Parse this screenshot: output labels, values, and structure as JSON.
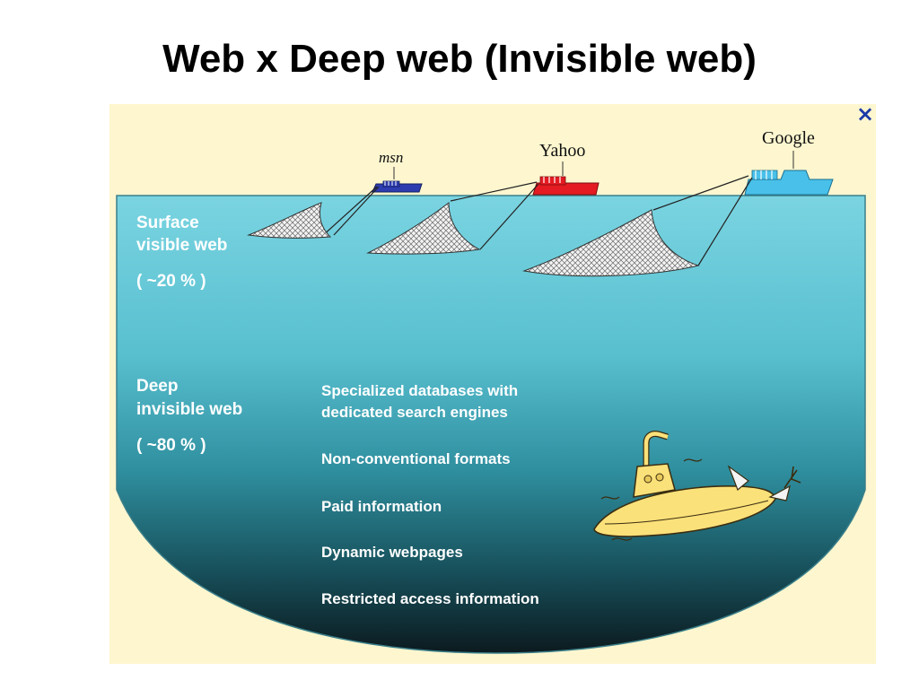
{
  "title": "Web x Deep web (Invisible web)",
  "close_symbol": "×",
  "engines": [
    {
      "name": "msn​​​​",
      "color": "#2d3db0"
    },
    {
      "name": "Yahoo",
      "color": "#e41b22"
    },
    {
      "name": "Google",
      "color": "#48c0ea"
    }
  ],
  "surface": {
    "line1": "Surface",
    "line2": "visible web",
    "share": "( ~20 % )"
  },
  "deep": {
    "line1": "Deep",
    "line2": "invisible web",
    "share": "( ~80 % )"
  },
  "deep_items": [
    "Specialized databases with",
    "dedicated search engines",
    "Non-conventional formats",
    "Paid information",
    "Dynamic webpages",
    "Restricted access information"
  ],
  "colors": {
    "sky": "#fdf6cf",
    "water_top": "#72d1df",
    "water_mid": "#3aa3b2",
    "water_deep": "#11232a",
    "submarine": "#fbe17a",
    "close": "#1c3aa8"
  },
  "icons": {
    "close": "close-icon",
    "submarine": "submarine-icon",
    "boat": "boat-icon",
    "net": "net-icon"
  }
}
